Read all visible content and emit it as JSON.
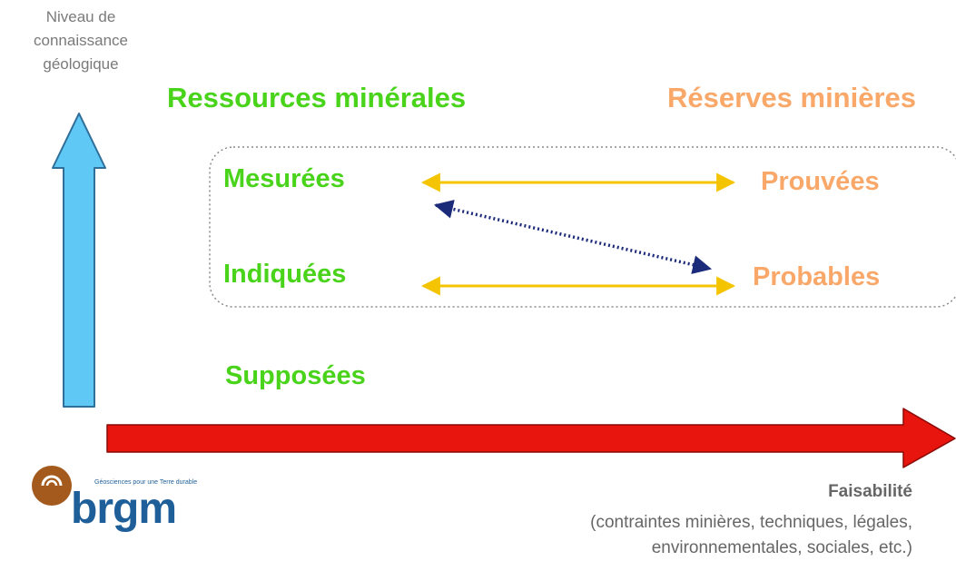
{
  "axes": {
    "y_label_lines": [
      "Niveau de",
      "connaissance",
      "géologique"
    ],
    "x_label_title": "Faisabilité",
    "x_label_sub_lines": [
      "(contraintes minières, techniques, légales,",
      "environnementales, sociales, etc.)"
    ]
  },
  "headers": {
    "resources": "Ressources minérales",
    "reserves": "Réserves minières"
  },
  "resources": {
    "measured": "Mesurées",
    "indicated": "Indiquées",
    "inferred": "Supposées"
  },
  "reserves": {
    "proven": "Prouvées",
    "probable": "Probables"
  },
  "logo": {
    "tagline": "Géosciences pour une Terre durable",
    "wordmark": "brgm"
  },
  "colors": {
    "resources_green": "#49d41b",
    "reserves_orange": "#f9a869",
    "y_arrow_blue": "#5fc8f5",
    "x_arrow_red": "#e8140e",
    "conversion_yellow": "#f5c400",
    "dotted_navy": "#1c2a7a",
    "logo_brown": "#a35a1c",
    "logo_blue": "#1f5f99"
  }
}
